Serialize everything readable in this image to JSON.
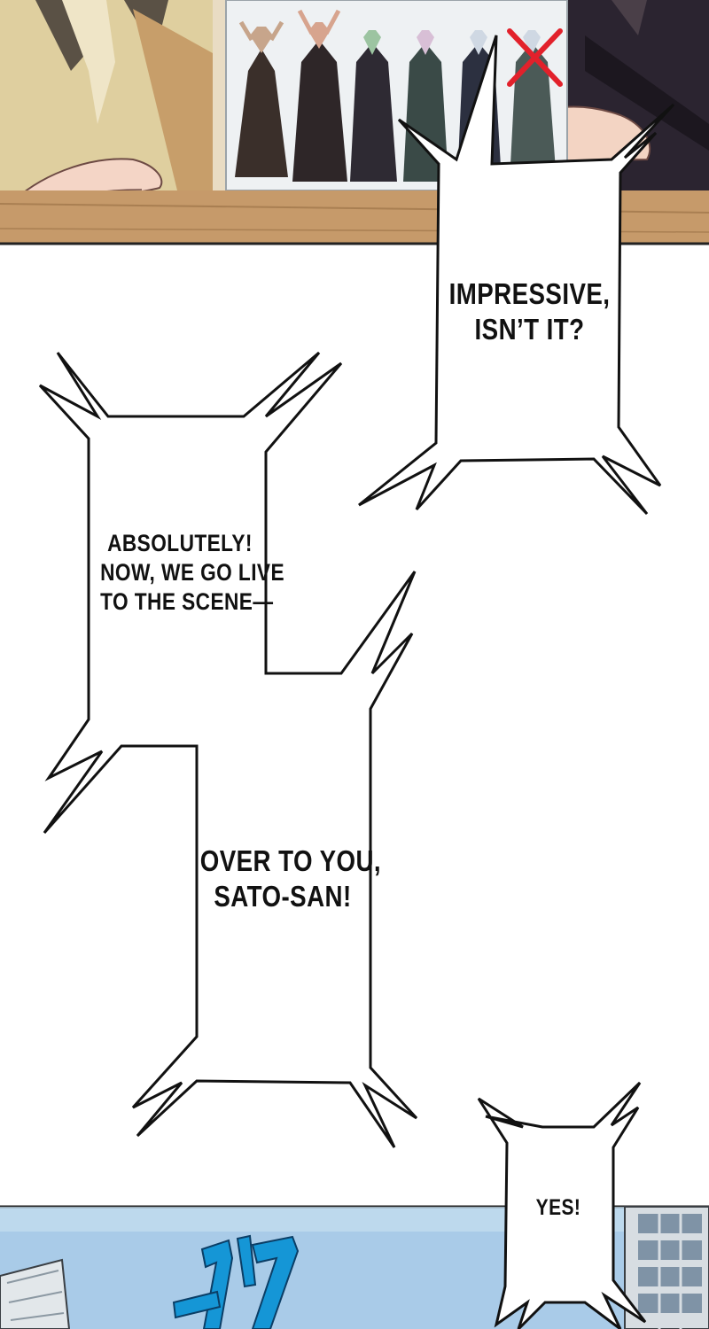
{
  "panels": [
    {
      "id": "news-studio",
      "description_visible": false
    },
    {
      "id": "blank-white"
    },
    {
      "id": "outdoor-scene"
    }
  ],
  "bubbles": {
    "impressive": {
      "lines": [
        "IMPRESSIVE,",
        "ISN’T IT?"
      ]
    },
    "absolutely": {
      "lines": [
        "ABSOLUTELY!",
        "NOW, WE GO LIVE",
        "TO THE SCENE—"
      ]
    },
    "over_to_you": {
      "lines": [
        "OVER TO YOU,",
        "SATO-SAN!"
      ]
    },
    "yes": {
      "lines": [
        "YES!"
      ]
    }
  },
  "sfx": {
    "text": "ザザ"
  },
  "colors": {
    "ink": "#111111",
    "sky": "#a9cbe8",
    "desk": "#c69a6a",
    "cross_mark": "#e2212b",
    "sfx": "#1596d6"
  }
}
